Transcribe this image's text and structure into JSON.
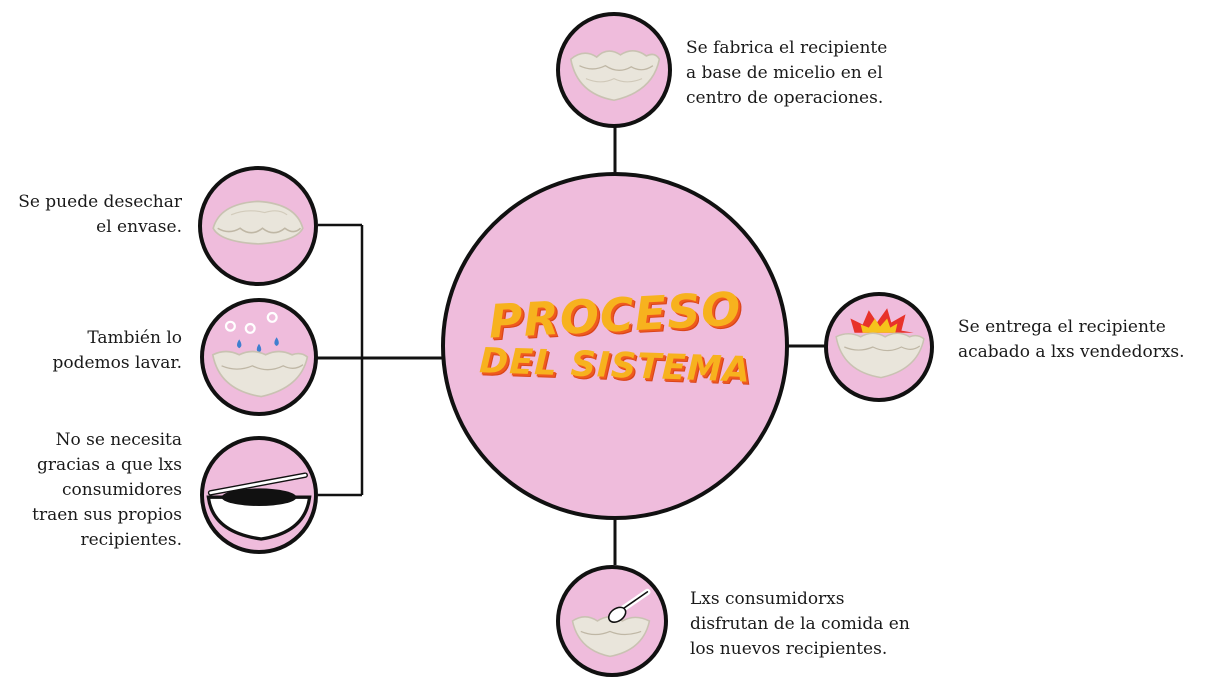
{
  "center": {
    "line1": "PROCESO",
    "line2": "DEL SISTEMA"
  },
  "steps": [
    {
      "id": "fabricate",
      "lines": [
        "Se fabrica el recipiente",
        "a base de micelio en el",
        "centro de operaciones."
      ]
    },
    {
      "id": "deliver",
      "lines": [
        "Se entrega el recipiente",
        "acabado a lxs vendedorxs."
      ]
    },
    {
      "id": "consume",
      "lines": [
        "Lxs consumidorxs",
        "disfrutan de la comida en",
        "los nuevos recipientes."
      ]
    },
    {
      "id": "discard",
      "lines": [
        "Se puede desechar",
        "el envase."
      ]
    },
    {
      "id": "wash",
      "lines": [
        "También lo",
        "podemos lavar."
      ]
    },
    {
      "id": "not-needed",
      "lines": [
        "No se necesita",
        "gracias a que lxs",
        "consumidores",
        "traen sus propios",
        "recipientes."
      ]
    }
  ],
  "colors": {
    "circle_fill": "#efbcdc",
    "outline": "#111111",
    "title_fill": "#f7b21e",
    "title_shadow": "#ef5a1e",
    "bowl": "#e9e5db",
    "burst_red": "#e8322a",
    "burst_yellow": "#f6c21c",
    "drop": "#3f7fcf"
  },
  "icons": [
    "mycelium-bowl-icon",
    "delivery-burst-icon",
    "spoon-icon",
    "water-drops-icon",
    "reusable-container-icon"
  ]
}
